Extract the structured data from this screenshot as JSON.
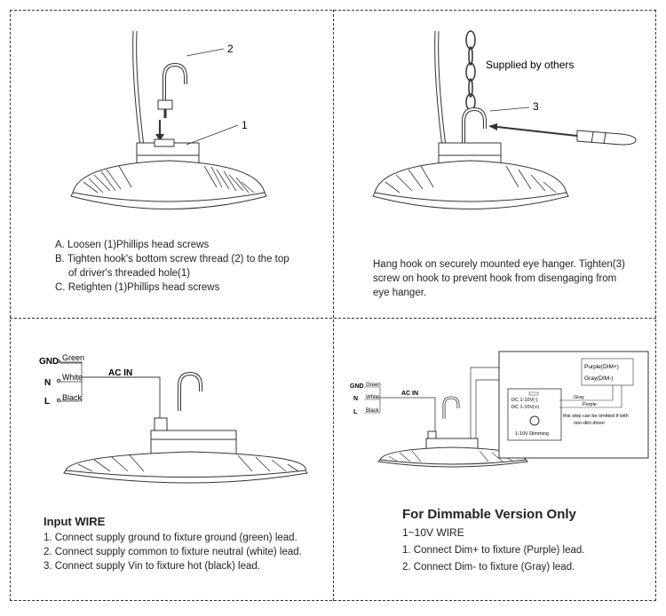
{
  "panel_tl": {
    "callout_2": "2",
    "callout_1": "1",
    "steps": [
      "A.  Loosen (1)Phillips head screws",
      "B. Tighten hook's bottom screw thread (2) to the top",
      "of driver's threaded hole(1)",
      "C. Retighten (1)Phillips head screws"
    ]
  },
  "panel_tr": {
    "supplied": "Supplied  by others",
    "callout_3": "3",
    "text": [
      "Hang hook on securely mounted eye hanger. Tighten(3)",
      "screw on hook to prevent hook from disengaging from",
      "eye hanger."
    ]
  },
  "panel_bl": {
    "gnd": "GND",
    "n": "N",
    "l": "L",
    "green": "Green",
    "white": "White",
    "black": "Black",
    "ac_in": "AC  IN",
    "title": "Input WIRE",
    "steps": [
      "1. Connect supply ground to fixture ground (green) lead.",
      "2. Connect supply common to fixture neutral (white) lead.",
      "3. Connect supply Vin to fixture hot (black) lead."
    ]
  },
  "panel_br": {
    "gnd": "GND",
    "n": "N",
    "l": "L",
    "green": "Green",
    "white": "White",
    "black": "Black",
    "ac_in": "AC  IN",
    "purple_dim": "Purple(DIM+)",
    "gray_dim": "Gray(DIM-)",
    "gray": "Gray",
    "purple": "Purple",
    "dc_minus": "DC 1-10V(-)",
    "dc_plus": "DC 1-10V(+)",
    "dimming": "1-10V Dimming",
    "note_1": "this step can be omitted if with",
    "note_2": "non-dim driver",
    "title": "For Dimmable Version Only",
    "subtitle": "1~10V WIRE",
    "steps": [
      "1. Connect Dim+ to fixture  (Purple) lead.",
      "2. Connect  Dim-  to fixture (Gray) lead."
    ]
  }
}
